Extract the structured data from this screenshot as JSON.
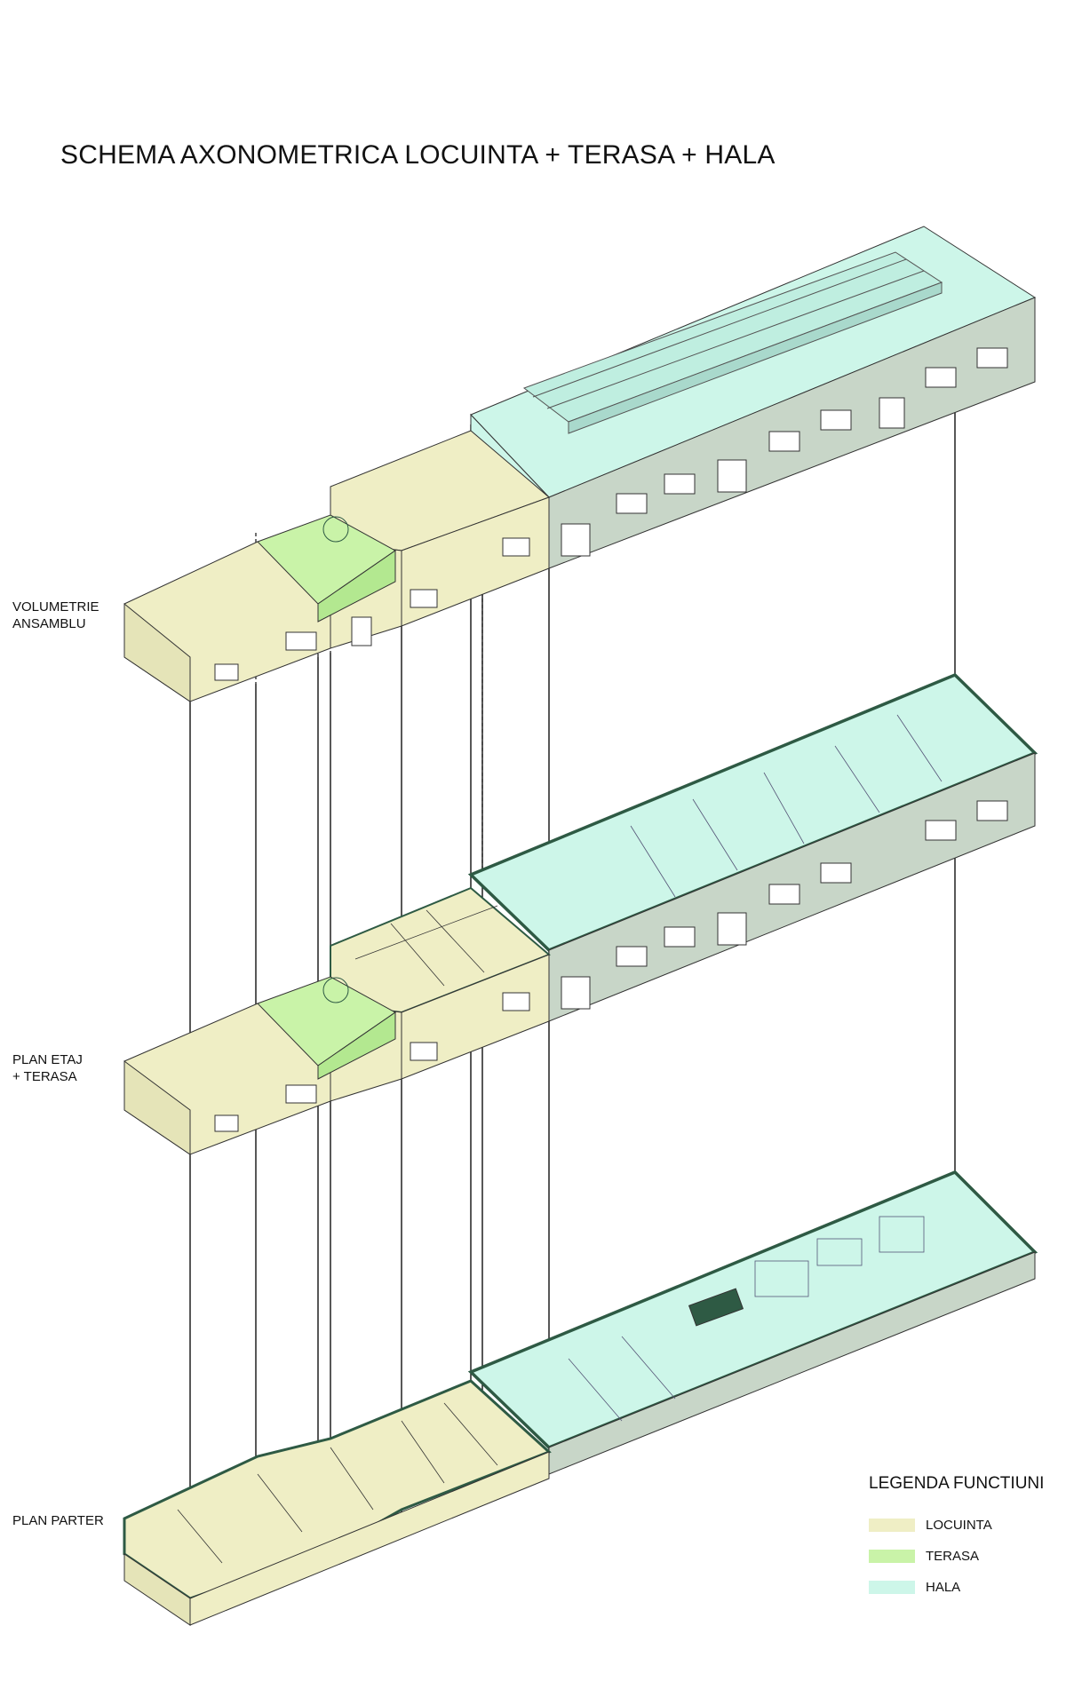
{
  "title": "SCHEMA AXONOMETRICA LOCUINTA + TERASA + HALA",
  "levels": [
    {
      "id": "volumetrie",
      "line1": "VOLUMETRIE",
      "line2": "ANSAMBLU"
    },
    {
      "id": "etaj",
      "line1": "PLAN ETAJ",
      "line2": "+ TERASA"
    },
    {
      "id": "parter",
      "line1": "PLAN PARTER",
      "line2": ""
    }
  ],
  "legend": {
    "title": "LEGENDA FUNCTIUNI",
    "items": [
      {
        "label": "LOCUINTA",
        "color": "#efeec5"
      },
      {
        "label": "TERASA",
        "color": "#c9f3a8"
      },
      {
        "label": "HALA",
        "color": "#cdf6e9"
      }
    ]
  },
  "colors": {
    "locuinta": "#efeec5",
    "terasa": "#c9f3a8",
    "hala": "#cdf6e9",
    "hala_wall": "#c8d6c8",
    "plate_outline": "#2e5a44",
    "line": "#111111"
  }
}
